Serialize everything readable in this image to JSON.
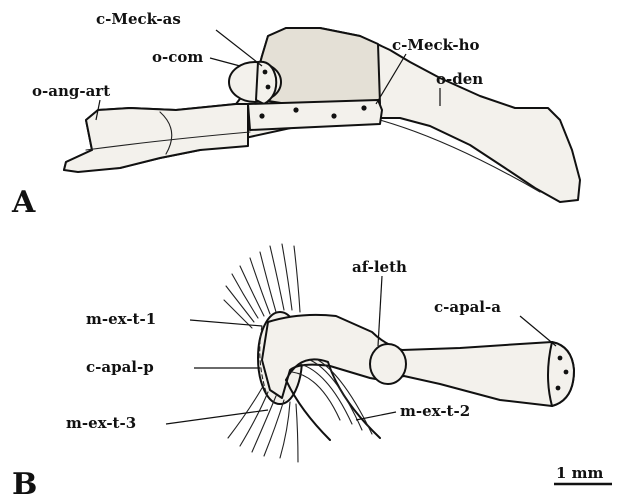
{
  "panels": {
    "a": "A",
    "b": "B"
  },
  "labels": {
    "c_meck_as": "c-Meck-as",
    "o_com": "o-com",
    "o_ang_art": "o-ang-art",
    "c_meck_ho": "c-Meck-ho",
    "o_den": "o-den",
    "af_leth": "af-leth",
    "c_apal_a": "c-apal-a",
    "m_ex_t_1": "m-ex-t-1",
    "c_apal_p": "c-apal-p",
    "m_ex_t_3": "m-ex-t-3",
    "m_ex_t_2": "m-ex-t-2"
  },
  "scale_bar": {
    "label": "1 mm"
  }
}
